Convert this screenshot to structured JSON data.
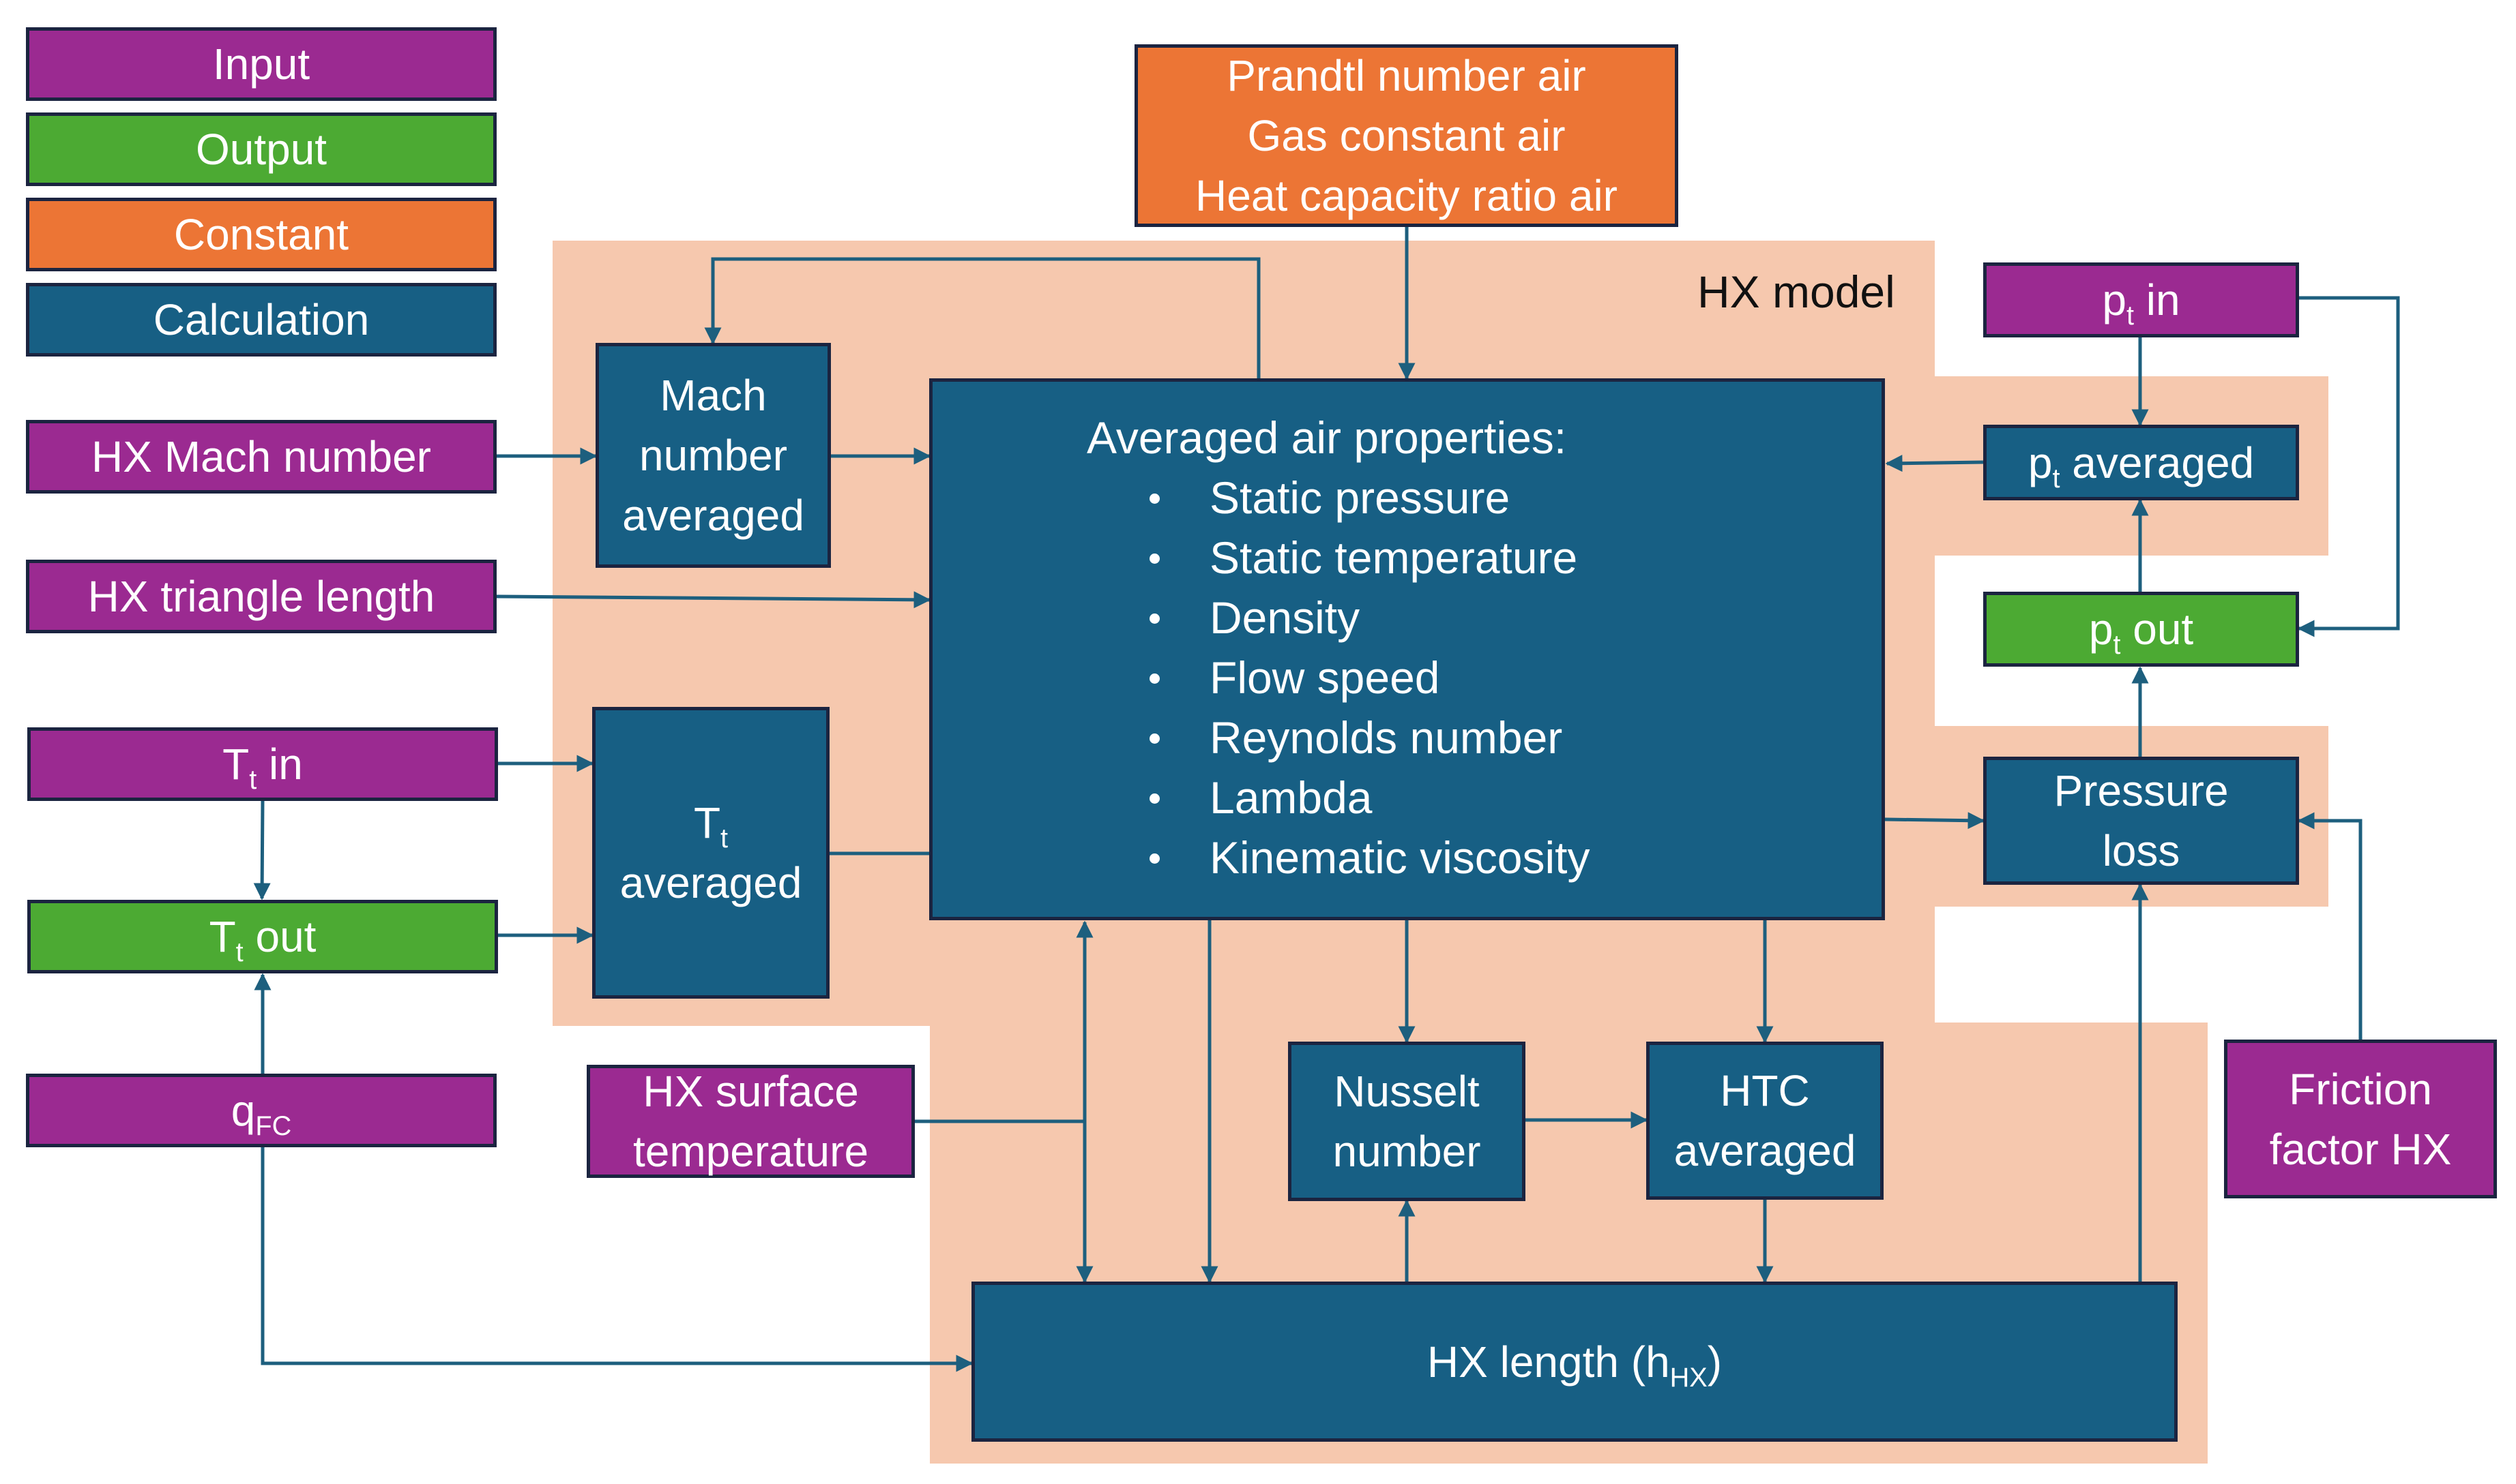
{
  "legend": {
    "input": "Input",
    "output": "Output",
    "constant": "Constant",
    "calculation": "Calculation"
  },
  "region_label": "HX model",
  "constants": [
    "Prandtl number air",
    "Gas constant air",
    "Heat capacity ratio air"
  ],
  "inputs": {
    "hx_mach_number": "HX Mach number",
    "hx_triangle_length": "HX triangle length",
    "tt_in": {
      "main": "T",
      "sub": "t",
      "suffix": " in"
    },
    "q_fc": {
      "main": "q",
      "sub": "FC"
    },
    "hx_surface_temperature": [
      "HX surface",
      "temperature"
    ],
    "pt_in": {
      "main": "p",
      "sub": "t",
      "suffix": " in"
    },
    "friction_factor_hx": [
      "Friction",
      "factor HX"
    ]
  },
  "outputs": {
    "tt_out": {
      "main": "T",
      "sub": "t",
      "suffix": " out"
    },
    "pt_out": {
      "main": "p",
      "sub": "t",
      "suffix": " out"
    }
  },
  "calculations": {
    "mach_averaged": [
      "Mach",
      "number",
      "averaged"
    ],
    "tt_averaged": {
      "main": "T",
      "sub": "t",
      "line2": "averaged"
    },
    "air_properties": {
      "title": "Averaged air properties:",
      "items": [
        "Static pressure",
        "Static temperature",
        "Density",
        "Flow speed",
        "Reynolds number",
        "Lambda",
        "Kinematic viscosity"
      ]
    },
    "pt_averaged": {
      "main": "p",
      "sub": "t",
      "suffix": " averaged"
    },
    "pressure_loss": [
      "Pressure",
      "loss"
    ],
    "nusselt": [
      "Nusselt",
      "number"
    ],
    "htc_averaged": [
      "HTC",
      "averaged"
    ],
    "hx_length": {
      "prefix": "HX length (h",
      "sub": "HX",
      "suffix": ")"
    }
  },
  "colors": {
    "input": "#9b2a91",
    "output": "#4caa33",
    "constant": "#ec7535",
    "calculation": "#175f84",
    "region": "#f6c8ae",
    "connector": "#1d5f7e",
    "border": "#1b2440"
  }
}
